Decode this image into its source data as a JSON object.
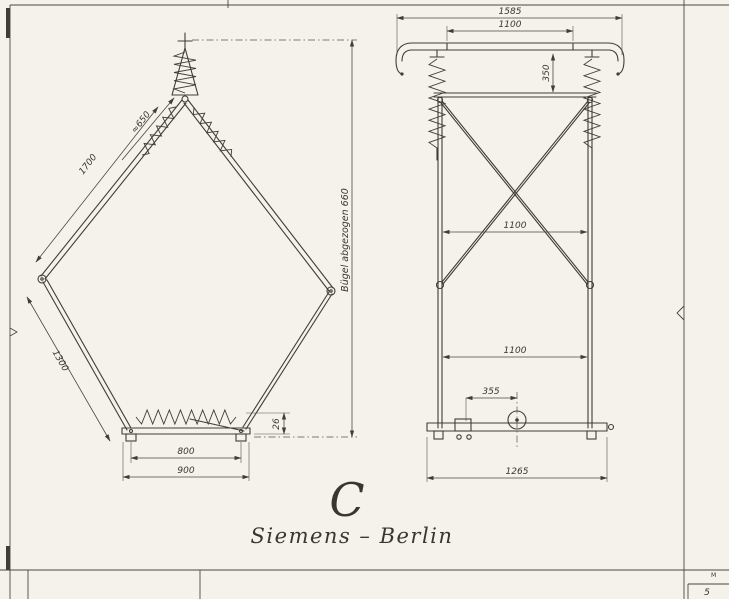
{
  "drawing": {
    "title_letter": "C",
    "maker": "Siemens – Berlin"
  },
  "side_view": {
    "dim_diag_upper": "1700",
    "dim_diag_upper_inner": "≈650",
    "dim_diag_lower": "1300",
    "dim_base_inner": "800",
    "dim_base_outer": "900",
    "dim_base_height": "26",
    "dim_overall_note": "Bügel abgezogen 660"
  },
  "front_view": {
    "dim_head_overall": "1585",
    "dim_head_inner": "1100",
    "dim_head_height": "350",
    "dim_frame_mid": "1100",
    "dim_frame_lower": "1100",
    "dim_base_offset": "355",
    "dim_base_overall": "1265"
  },
  "frame": {
    "corner_letter": "M",
    "sheet_number": "5"
  }
}
